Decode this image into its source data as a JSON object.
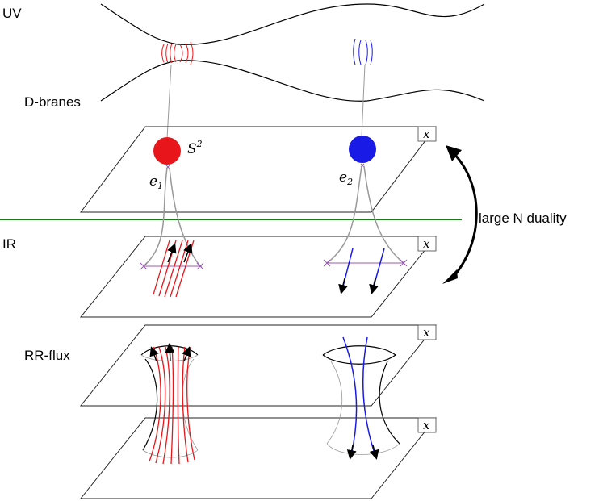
{
  "labels": {
    "uv": "UV",
    "ir": "IR",
    "dbranes": "D-branes",
    "rrflux": "RR-flux",
    "duality": "large N duality",
    "sphere": "S",
    "sphere_power": "2",
    "e": "e",
    "e1_sub": "1",
    "e2_sub": "2",
    "plane_tag": "x"
  },
  "colors": {
    "red": "#e8161b",
    "blue": "#1a1ae6",
    "green": "#1a7a1a",
    "gray": "#999999",
    "purple": "#9b59b6"
  }
}
